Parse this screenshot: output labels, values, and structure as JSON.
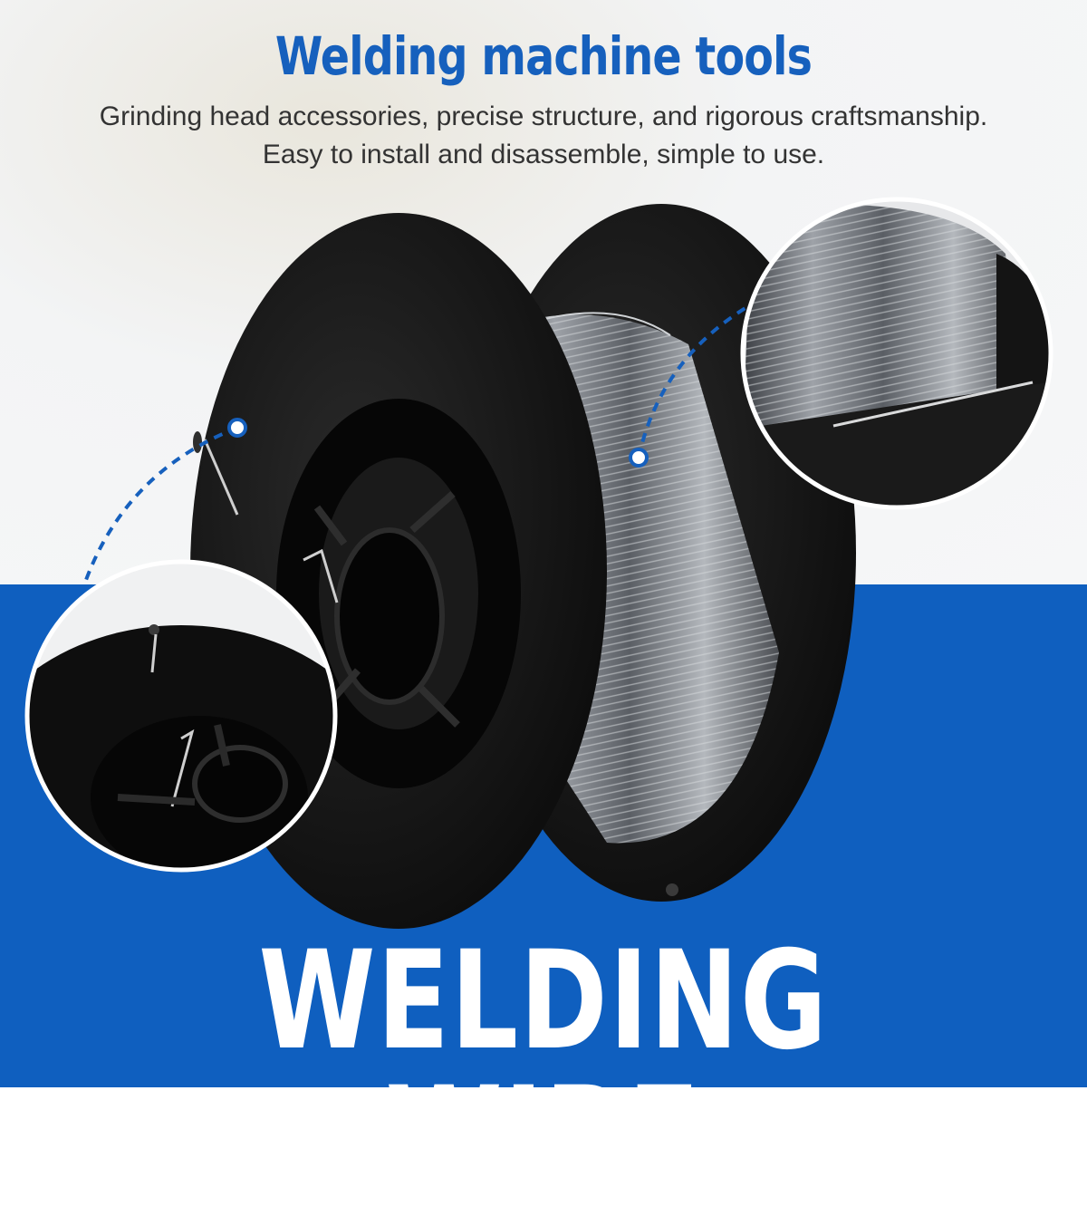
{
  "header": {
    "title": "Welding machine tools",
    "subtitle_line1": "Grinding head accessories, precise structure, and rigorous craftsmanship.",
    "subtitle_line2": "Easy to install and disassemble, simple to use."
  },
  "banner": {
    "text": "WELDING WIRE"
  },
  "colors": {
    "brand_blue": "#1660bd",
    "panel_blue": "#0f5fbf",
    "spool_black": "#111111",
    "wire_silver": "#8a8d92"
  }
}
